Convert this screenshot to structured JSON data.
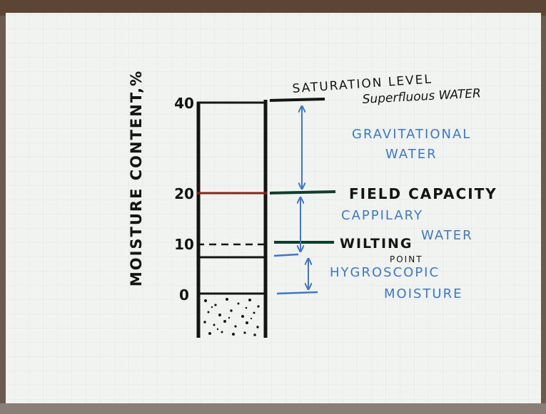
{
  "axis": {
    "ylabel": "MOISTURE CONTENT,%",
    "ticks": [
      "40",
      "20",
      "10",
      "0"
    ]
  },
  "levels": {
    "saturation": "SATURATION LEVEL",
    "superfluous": "Superfluous WATER",
    "gravitational_1": "GRAVITATIONAL",
    "gravitational_2": "WATER",
    "field_capacity": "FIELD CAPACITY",
    "capillary_1": "CAPPILARY",
    "capillary_2": "WATER",
    "wilting_1": "WILTING",
    "wilting_2": "POINT",
    "hygroscopic_1": "HYGROSCOPIC",
    "hygroscopic_2": "MOISTURE"
  },
  "colors": {
    "black": "#141414",
    "red": "#8a2418",
    "green": "#0f3e2a",
    "blue": "#3d78c8",
    "paper": "#f1f3f1",
    "grid": "#dfe4e2"
  }
}
